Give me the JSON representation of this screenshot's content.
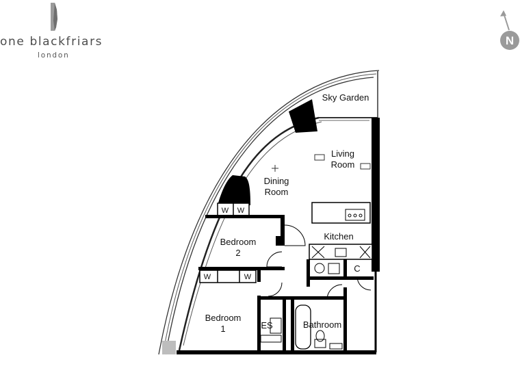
{
  "brand": {
    "name": "one blackfriars",
    "city": "london",
    "color": "#4d4d4d"
  },
  "compass": {
    "letter": "N",
    "color": "#9a9a9a",
    "icon": "north-arrow-icon"
  },
  "rooms": {
    "sky_garden": "Sky Garden",
    "living": [
      "Living",
      "Room"
    ],
    "dining": [
      "Dining",
      "Room"
    ],
    "kitchen": "Kitchen",
    "bedroom2": [
      "Bedroom",
      "2"
    ],
    "bedroom1": [
      "Bedroom",
      "1"
    ],
    "ensuite": "ES",
    "bathroom": "Bathroom",
    "cupboard": "C"
  },
  "wardrobes": {
    "label": "W"
  },
  "colors": {
    "wall": "#000000",
    "line": "#333333",
    "floor": "#ffffff"
  }
}
